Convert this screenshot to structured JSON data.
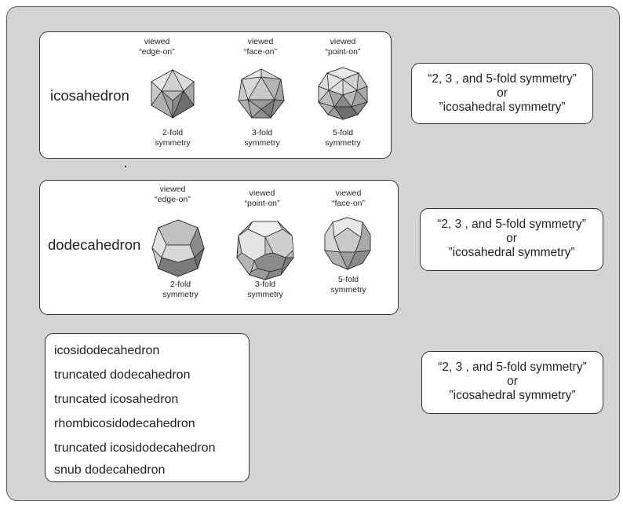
{
  "icosahedron_section": {
    "name": "icosahedron",
    "views": [
      {
        "view": "viewed\n“edge-on”",
        "fold": "2-fold\nsymmetry",
        "icon": "icosahedron-edge-on-icon"
      },
      {
        "view": "viewed\n“face-on”",
        "fold": "3-fold\nsymmetry",
        "icon": "icosahedron-face-on-icon"
      },
      {
        "view": "viewed\n“point-on”",
        "fold": "5-fold\nsymmetry",
        "icon": "icosahedron-point-on-icon"
      }
    ],
    "symmetry_note": "“2, 3 , and 5-fold symmetry”\nor\n”icosahedral  symmetry”"
  },
  "dodecahedron_section": {
    "name": "dodecahedron",
    "views": [
      {
        "view": "viewed\n“edge-on”",
        "fold": "2-fold\nsymmetry",
        "icon": "dodecahedron-edge-on-icon"
      },
      {
        "view": "viewed\n“point-on”",
        "fold": "3-fold\nsymmetry",
        "icon": "dodecahedron-point-on-icon"
      },
      {
        "view": "viewed\n“face-on”",
        "fold": "5-fold\nsymmetry",
        "icon": "dodecahedron-face-on-icon"
      }
    ],
    "symmetry_note": "“2, 3 , and 5-fold symmetry”\nor\n”icosahedral  symmetry”"
  },
  "other_polyhedra": {
    "items": [
      "icosidodecahedron",
      "truncated dodecahedron",
      "truncated icosahedron",
      "rhombicosidodecahedron",
      "truncated icosidodecahedron",
      "snub dodecahedron"
    ],
    "symmetry_note": "“2, 3 , and 5-fold symmetry”\nor\n”icosahedral  symmetry”"
  },
  "colors": {
    "panel_bg": "#d4d4d4",
    "face_light": "#e6e6e6",
    "face_mid": "#bdbdbd",
    "face_dark": "#8a8a8a",
    "face_darker": "#6e6e6e",
    "outline": "#231f20"
  }
}
